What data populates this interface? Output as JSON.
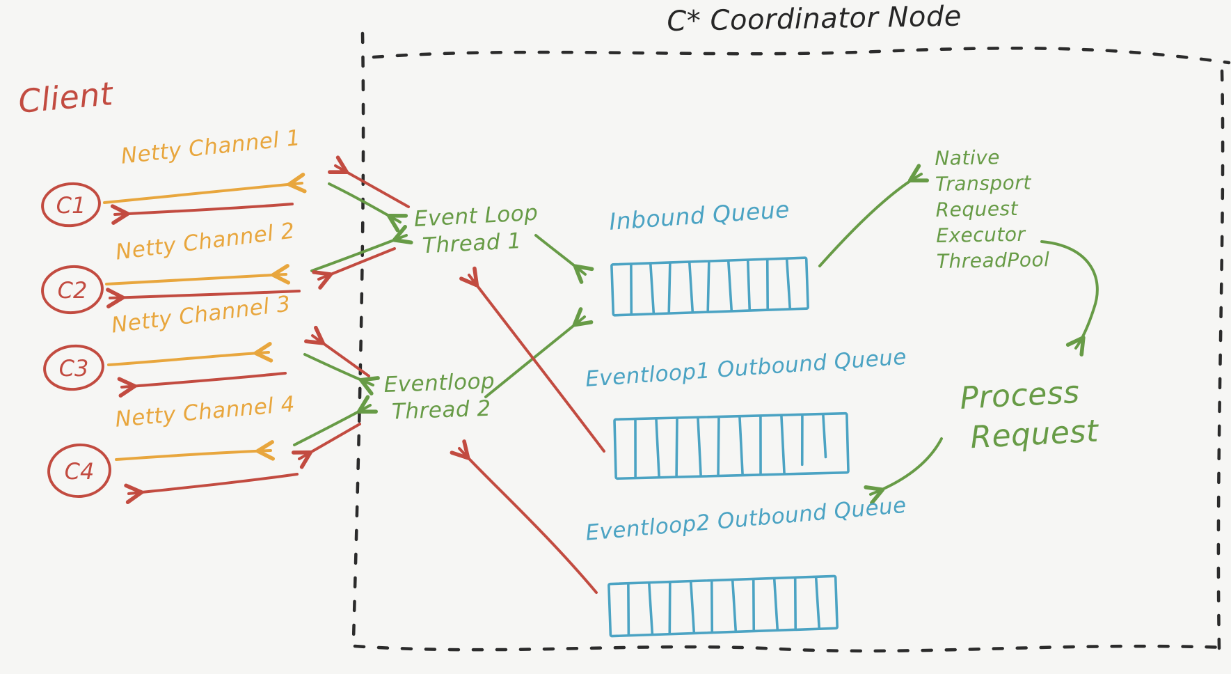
{
  "title": "C* Coordinator Node",
  "colors": {
    "red": "#c24b40",
    "orange": "#e8a63d",
    "green": "#679b46",
    "blue": "#4ba3c3",
    "ink": "#262626",
    "background": "#f6f6f4"
  },
  "client": {
    "label": "Client",
    "nodes": [
      {
        "id": "C1"
      },
      {
        "id": "C2"
      },
      {
        "id": "C3"
      },
      {
        "id": "C4"
      }
    ],
    "channels": [
      "Netty Channel 1",
      "Netty Channel 2",
      "Netty Channel 3",
      "Netty Channel 4"
    ]
  },
  "event_loops": [
    {
      "line1": "Event Loop",
      "line2": "Thread 1"
    },
    {
      "line1": "Eventloop",
      "line2": "Thread 2"
    }
  ],
  "queues": [
    {
      "label": "Inbound Queue",
      "cells": 10
    },
    {
      "label": "Eventloop1 Outbound Queue",
      "cells": 11
    },
    {
      "label": "Eventloop2 Outbound Queue",
      "cells": 11
    }
  ],
  "executor": {
    "lines": [
      "Native",
      "Transport",
      "Request",
      "Executor",
      "ThreadPool"
    ]
  },
  "process": {
    "line1": "Process",
    "line2": "Request"
  }
}
